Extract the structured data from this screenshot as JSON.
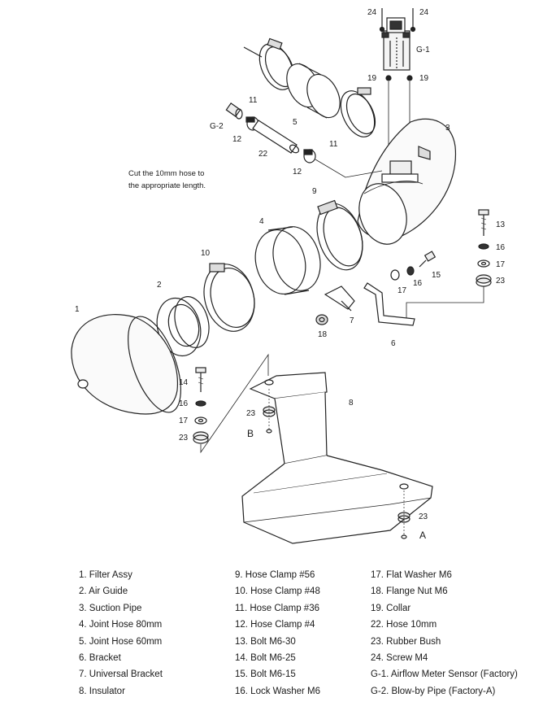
{
  "diagram": {
    "note_line1": "Cut the 10mm hose to",
    "note_line2": "the appropriate length.",
    "callouts": {
      "p24a": "24",
      "p24b": "24",
      "pG1": "G-1",
      "p19a": "19",
      "p19b": "19",
      "p3": "3",
      "p11a": "11",
      "p5": "5",
      "p11b": "11",
      "pG2": "G-2",
      "p12a": "12",
      "p22": "22",
      "p12b": "12",
      "p9": "9",
      "p4": "4",
      "p10": "10",
      "p2": "2",
      "p1": "1",
      "p13": "13",
      "p16a": "16",
      "p17a": "17",
      "p23a": "23",
      "p15": "15",
      "p16b": "16",
      "p17b": "17",
      "p7": "7",
      "p18": "18",
      "p6": "6",
      "p8": "8",
      "p14": "14",
      "p16c": "16",
      "p17c": "17",
      "p23b": "23",
      "p23c": "23",
      "pB": "B",
      "p23d": "23",
      "pA": "A"
    }
  },
  "parts_list": {
    "col1": [
      "1. Filter Assy",
      "2. Air Guide",
      "3. Suction Pipe",
      "4. Joint Hose 80mm",
      "5. Joint Hose 60mm",
      "6. Bracket",
      "7. Universal Bracket",
      "8. Insulator"
    ],
    "col2": [
      "9. Hose Clamp #56",
      "10. Hose Clamp #48",
      "11. Hose Clamp #36",
      "12. Hose Clamp #4",
      "13. Bolt M6-30",
      "14. Bolt M6-25",
      "15. Bolt M6-15",
      "16. Lock Washer M6"
    ],
    "col3": [
      "17. Flat Washer M6",
      "18. Flange Nut M6",
      "19. Collar",
      "22. Hose 10mm",
      "23. Rubber Bush",
      "24. Screw M4",
      "G-1. Airflow Meter Sensor (Factory)",
      "G-2. Blow-by Pipe (Factory-A)"
    ]
  }
}
